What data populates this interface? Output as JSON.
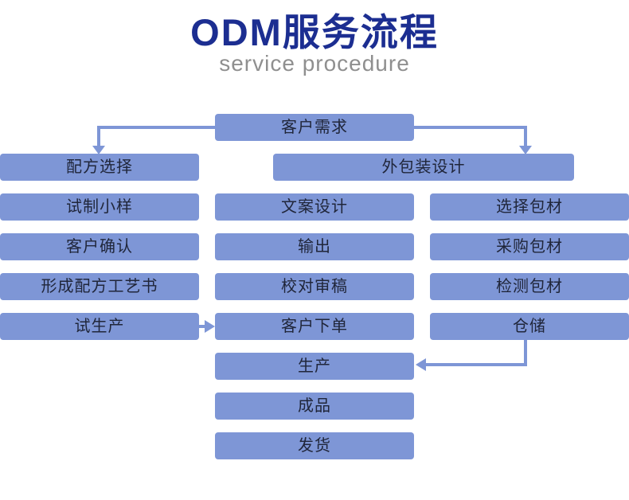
{
  "header": {
    "title": "ODM服务流程",
    "subtitle": "service procedure"
  },
  "colors": {
    "box_fill": "#7e96d6",
    "box_text": "#20263a",
    "title_text": "#1c2e91",
    "subtitle_text": "#8f8f8f",
    "background": "#ffffff"
  },
  "flow": {
    "top": "客户需求",
    "left_column": [
      "配方选择",
      "试制小样",
      "客户确认",
      "形成配方工艺书",
      "试生产"
    ],
    "right_header": "外包装设计",
    "middle_column": [
      "文案设计",
      "输出",
      "校对审稿",
      "客户下单",
      "生产",
      "成品",
      "发货"
    ],
    "right_column": [
      "选择包材",
      "采购包材",
      "检测包材",
      "仓储"
    ]
  }
}
